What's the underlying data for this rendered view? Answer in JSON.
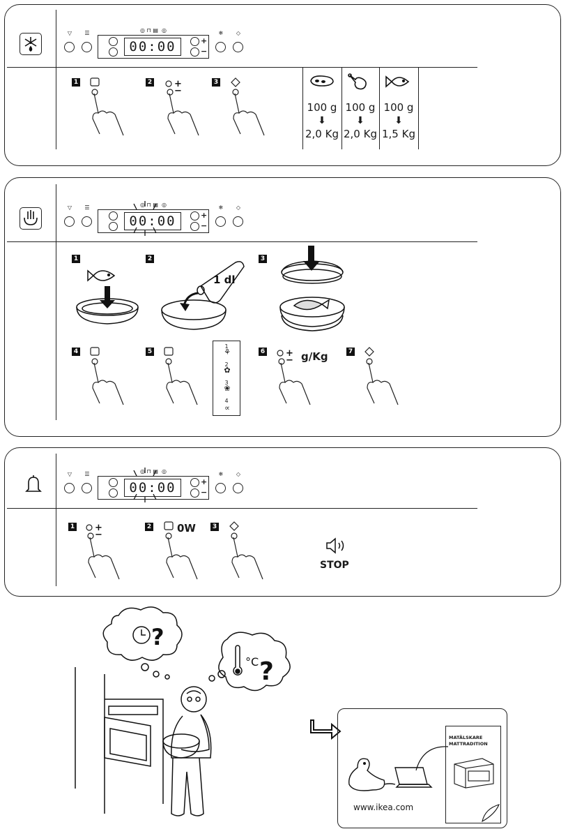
{
  "display": {
    "time": "00:00",
    "plus": "+",
    "minus": "−"
  },
  "panel1": {
    "steps": [
      "1",
      "2",
      "3"
    ],
    "foods": [
      {
        "icon": "meat-icon",
        "from": "100 g",
        "to": "2,0 Kg"
      },
      {
        "icon": "poultry-icon",
        "from": "100 g",
        "to": "2,0 Kg"
      },
      {
        "icon": "fish-icon",
        "from": "100 g",
        "to": "1,5 Kg"
      }
    ],
    "arrow": "⬇"
  },
  "panel2": {
    "steps": [
      "1",
      "2",
      "3",
      "4",
      "5",
      "6",
      "7"
    ],
    "water": "1 dl",
    "unit": "g/Kg",
    "programs": [
      "1",
      "2",
      "3",
      "4"
    ]
  },
  "panel3": {
    "steps": [
      "1",
      "2",
      "3"
    ],
    "power": "0W",
    "stop": "STOP"
  },
  "bottom": {
    "celsius": "°C",
    "question": "?",
    "manual_title_1": "MATÄLSKARE",
    "manual_title_2": "MATTRADITION",
    "url": "www.ikea.com"
  }
}
